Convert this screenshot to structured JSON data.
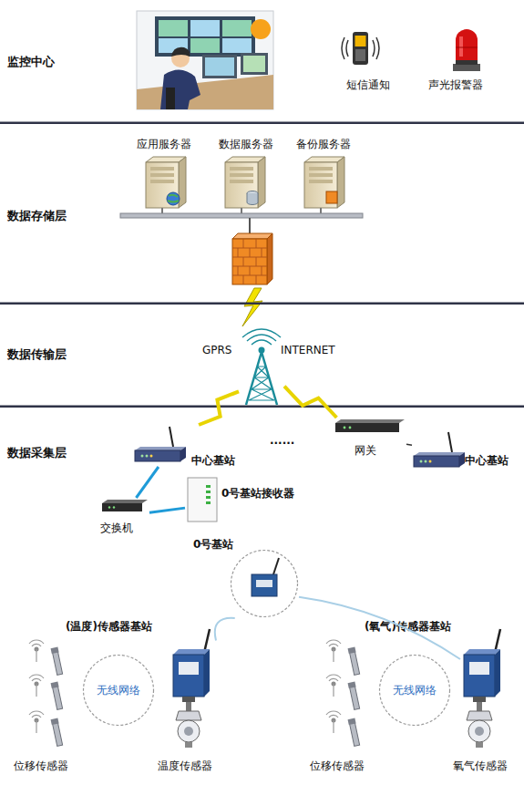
{
  "diagram": {
    "nodes": [
      {
        "text": [
          "监控中心"
        ]
      },
      {
        "text": [
          "短信通知"
        ],
        "in": 0
      },
      {
        "text": [
          "声光报警器"
        ],
        "in": 0
      },
      {
        "text": [
          "数据存储层"
        ]
      },
      {
        "text": [
          "应用服务器"
        ],
        "in": 3
      },
      {
        "text": [
          "数据服务器"
        ],
        "in": 3
      },
      {
        "text": [
          "备份服务器"
        ],
        "in": 3
      },
      {
        "text": [
          "数据传输层"
        ]
      },
      {
        "text": [
          "GPRS",
          "INTERNET"
        ],
        "in": 7
      },
      {
        "text": [
          "数据采集层"
        ]
      },
      {
        "text": [
          "中心基站"
        ],
        "in": 9
      },
      {
        "text": [
          "交换机"
        ],
        "in": 9
      },
      {
        "text": [
          "0号基站接收器"
        ],
        "in": 9
      },
      {
        "text": [
          "网关"
        ],
        "in": 9
      },
      {
        "text": [
          "中心基站"
        ],
        "in": 9
      },
      {
        "text": [
          "0号基站"
        ],
        "in": 9
      },
      {
        "text": [
          "(温度)传感器基站"
        ],
        "in": 9
      },
      {
        "text": [
          "(氧气)传感器基站"
        ],
        "in": 9
      },
      {
        "text": [
          "无线网络"
        ],
        "in": 9
      },
      {
        "text": [
          "无线网络"
        ],
        "in": 9
      },
      {
        "text": [
          "位移传感器"
        ],
        "in": 9
      },
      {
        "text": [
          "温度传感器"
        ],
        "in": 9
      },
      {
        "text": [
          "位移传感器"
        ],
        "in": 9
      },
      {
        "text": [
          "氧气传感器"
        ],
        "in": 9
      }
    ],
    "edges": [
      {
        "from": 8,
        "to": 10,
        "arrow": "none"
      },
      {
        "from": 8,
        "to": 13,
        "arrow": "none"
      },
      {
        "from": 13,
        "to": 14,
        "arrow": "none"
      },
      {
        "from": 10,
        "to": 11,
        "arrow": "none"
      },
      {
        "from": 11,
        "to": 12,
        "arrow": "none"
      },
      {
        "from": 15,
        "to": 16,
        "arrow": "none"
      },
      {
        "from": 15,
        "to": 17,
        "arrow": "none"
      }
    ],
    "labels": [
      "······"
    ]
  }
}
